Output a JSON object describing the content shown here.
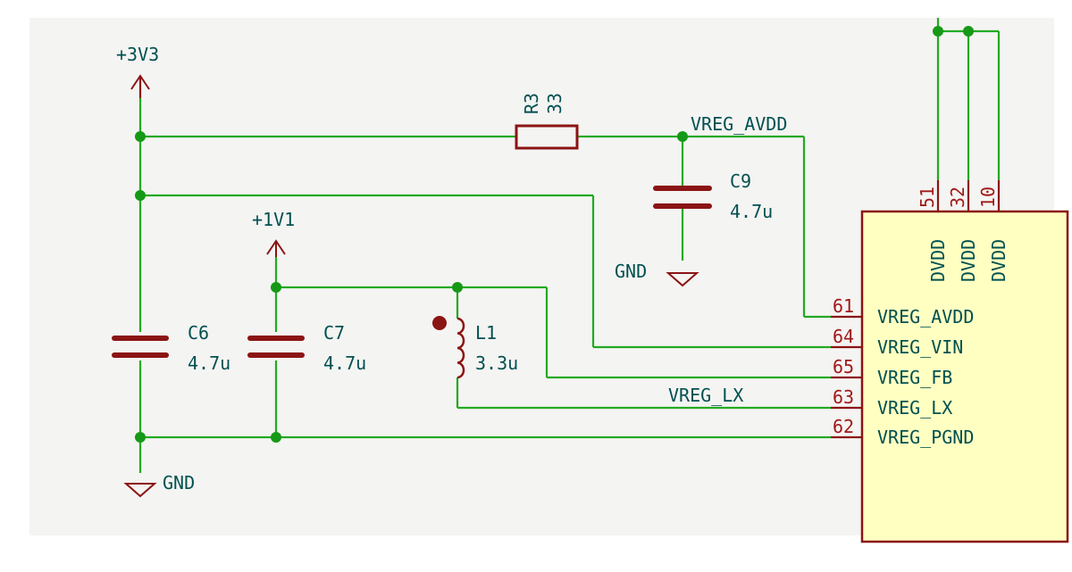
{
  "colors": {
    "sheet": "#f4f4f2",
    "wire": "#22aa22",
    "junction": "#169916",
    "component": "#8b1414",
    "text": "#005050",
    "pin_number": "#a11818",
    "ic_fill": "#ffffc2"
  },
  "power": {
    "v3v3": "+3V3",
    "v1v1": "+1V1",
    "gnd_left": "GND",
    "gnd_c9": "GND"
  },
  "nets": {
    "vreg_avdd": "VREG_AVDD",
    "vreg_lx": "VREG_LX"
  },
  "components": {
    "r3": {
      "ref": "R3",
      "value": "33"
    },
    "c9": {
      "ref": "C9",
      "value": "4.7u"
    },
    "c6": {
      "ref": "C6",
      "value": "4.7u"
    },
    "c7": {
      "ref": "C7",
      "value": "4.7u"
    },
    "l1": {
      "ref": "L1",
      "value": "3.3u"
    }
  },
  "ic": {
    "top_pins": [
      {
        "number": "51",
        "name": "DVDD"
      },
      {
        "number": "32",
        "name": "DVDD"
      },
      {
        "number": "10",
        "name": "DVDD"
      }
    ],
    "left_pins": [
      {
        "number": "61",
        "name": "VREG_AVDD"
      },
      {
        "number": "64",
        "name": "VREG_VIN"
      },
      {
        "number": "65",
        "name": "VREG_FB"
      },
      {
        "number": "63",
        "name": "VREG_LX"
      },
      {
        "number": "62",
        "name": "VREG_PGND"
      }
    ]
  }
}
